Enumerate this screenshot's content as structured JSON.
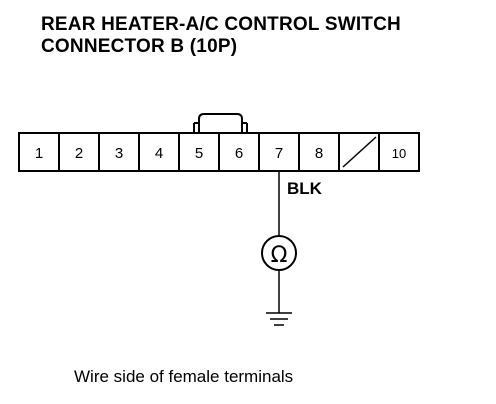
{
  "title": {
    "line1": "REAR HEATER-A/C CONTROL SWITCH",
    "line2": "CONNECTOR B (10P)"
  },
  "connector": {
    "terminals": [
      "1",
      "2",
      "3",
      "4",
      "5",
      "6",
      "7",
      "8",
      "",
      "10"
    ],
    "empty_slot_index": 8,
    "probed_terminal": "7"
  },
  "wire": {
    "color_label": "BLK"
  },
  "meter": {
    "symbol": "Ω"
  },
  "caption": "Wire side of female terminals"
}
